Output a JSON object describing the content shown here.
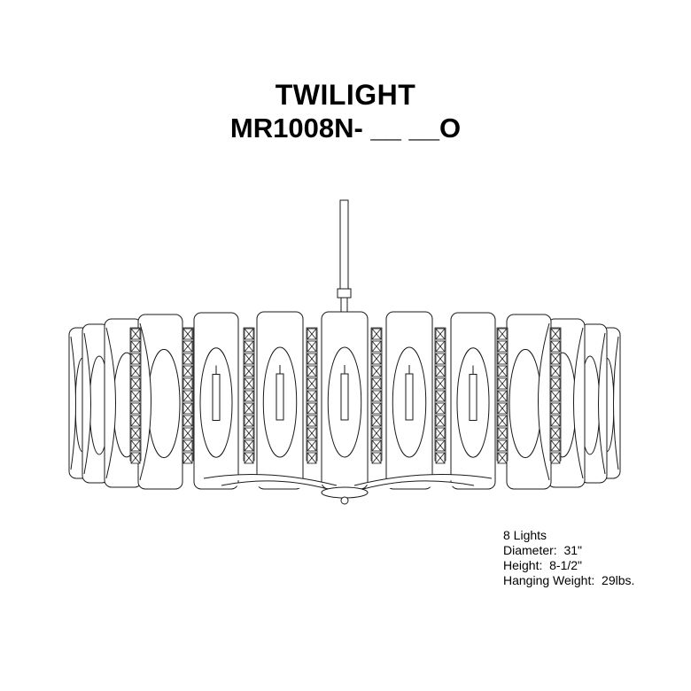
{
  "header": {
    "title": "TWILIGHT",
    "model": "MR1008N- __ __O"
  },
  "drawing": {
    "stroke_color": "#1a1a1a",
    "fill_color": "#ffffff"
  },
  "specs": {
    "lights": "8 Lights",
    "diameter": "Diameter:  31\"",
    "height": "Height:  8-1/2\"",
    "weight": "Hanging Weight:  29lbs."
  }
}
